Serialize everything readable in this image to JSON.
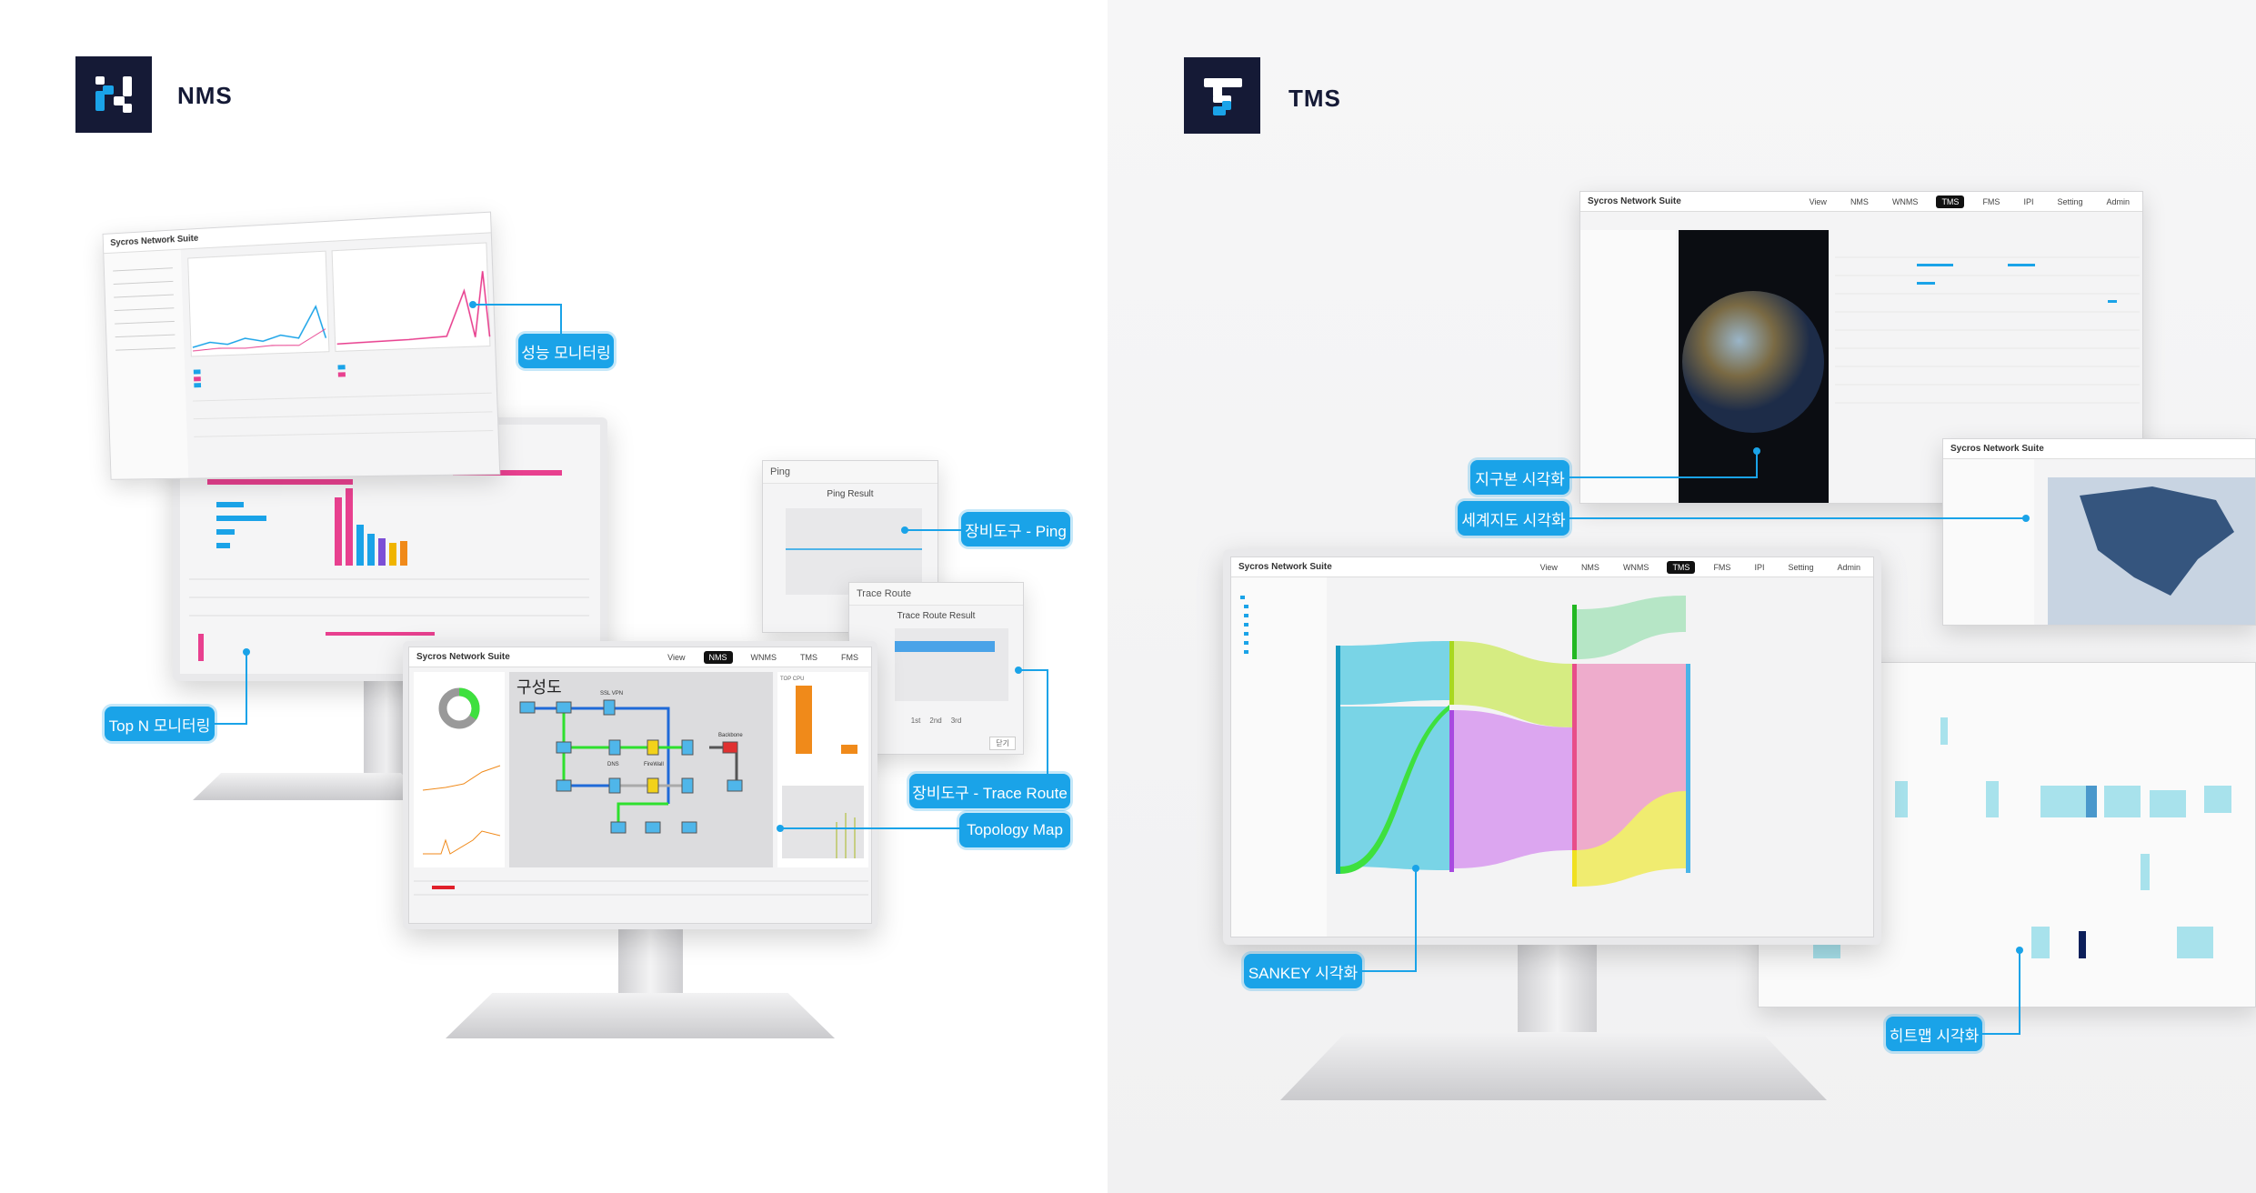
{
  "nms": {
    "brand": "NMS"
  },
  "tms": {
    "brand": "TMS"
  },
  "app": {
    "title": "Sycros Network Suite",
    "nav": [
      "View",
      "NMS",
      "WNMS",
      "TMS",
      "FMS",
      "IPI",
      "Setting",
      "Admin"
    ]
  },
  "labels": {
    "perf": "성능 모니터링",
    "ping": "장비도구 - Ping",
    "topn": "Top N 모니터링",
    "trace": "장비도구 - Trace Route",
    "topology": "Topology Map",
    "globe": "지구본 시각화",
    "worldmap": "세계지도 시각화",
    "sankey": "SANKEY 시각화",
    "heatmap": "히트맵 시각화"
  },
  "topology": {
    "title": "구성도",
    "nodes": [
      "SSL VPN",
      "DNS",
      "FireWall",
      "Backbone"
    ],
    "cpu_title": "TOP CPU"
  },
  "ping": {
    "title": "Ping",
    "result": "Ping Result"
  },
  "trace": {
    "title": "Trace Route",
    "result": "Trace Route Result",
    "legend": [
      "1st",
      "2nd",
      "3rd"
    ],
    "close": "닫기"
  },
  "colors": {
    "accent": "#1aa3e8",
    "logo_bg": "#151a36"
  }
}
